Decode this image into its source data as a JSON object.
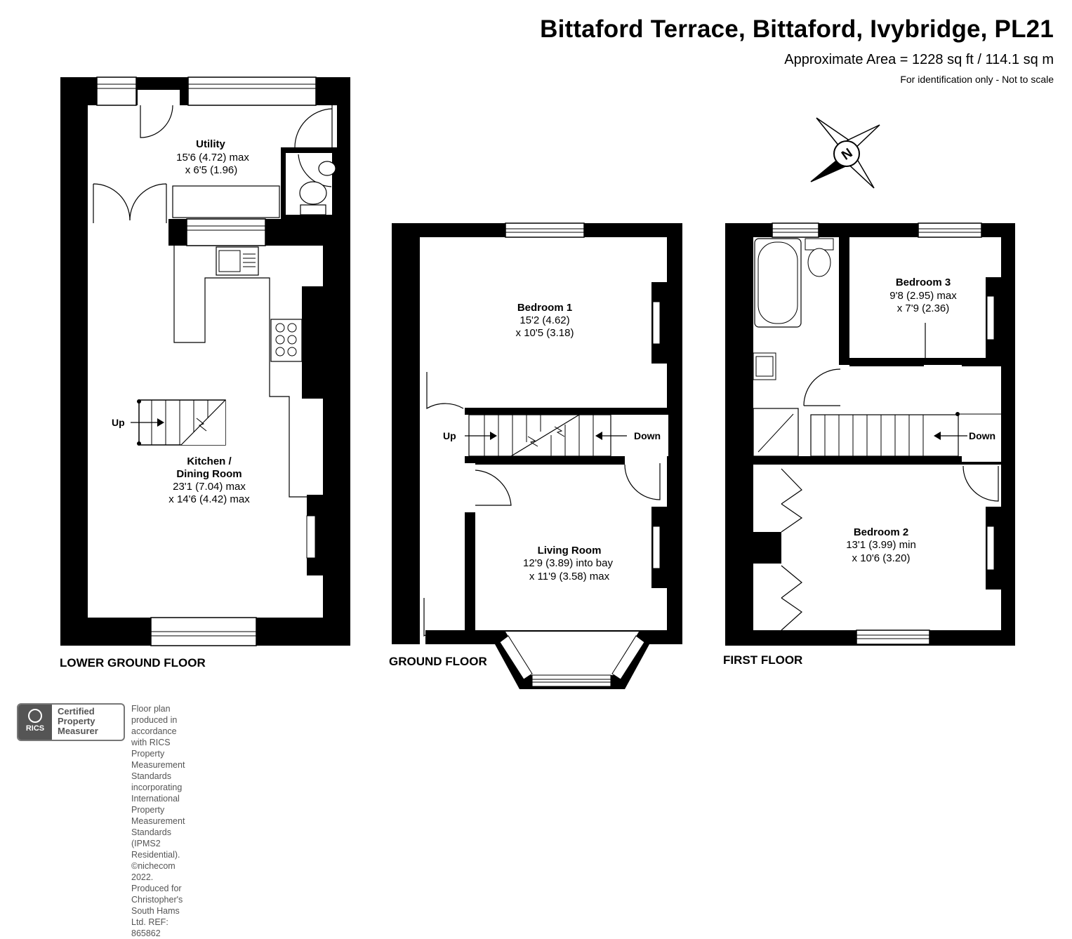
{
  "header": {
    "title": "Bittaford Terrace, Bittaford, Ivybridge, PL21",
    "area": "Approximate Area = 1228 sq ft / 114.1 sq m",
    "identification": "For identification only - Not to scale"
  },
  "compass": {
    "label": "N"
  },
  "floors": {
    "lower_ground": {
      "label": "LOWER GROUND FLOOR",
      "up_label": "Up",
      "utility": {
        "name": "Utility",
        "dim1": "15'6 (4.72) max",
        "dim2": "x 6'5 (1.96)"
      },
      "kitchen": {
        "name1": "Kitchen /",
        "name2": "Dining Room",
        "dim1": "23'1 (7.04) max",
        "dim2": "x 14'6 (4.42) max"
      }
    },
    "ground": {
      "label": "GROUND FLOOR",
      "up_label": "Up",
      "down_label": "Down",
      "bedroom1": {
        "name": "Bedroom 1",
        "dim1": "15'2 (4.62)",
        "dim2": "x 10'5 (3.18)"
      },
      "living": {
        "name": "Living Room",
        "dim1": "12'9 (3.89) into bay",
        "dim2": "x 11'9 (3.58) max"
      }
    },
    "first": {
      "label": "FIRST FLOOR",
      "down_label": "Down",
      "bedroom3": {
        "name": "Bedroom 3",
        "dim1": "9'8 (2.95) max",
        "dim2": "x 7'9 (2.36)"
      },
      "bedroom2": {
        "name": "Bedroom 2",
        "dim1": "13'1 (3.99) min",
        "dim2": "x 10'6 (3.20)"
      }
    }
  },
  "footer": {
    "rics_logo": "RICS",
    "certified": [
      "Certified",
      "Property",
      "Measurer"
    ],
    "notes": [
      "Floor plan produced in accordance with RICS Property Measurement Standards incorporating",
      "International Property Measurement Standards (IPMS2 Residential).   ©nichecom 2022.",
      "Produced for Christopher's South Hams Ltd.   REF:  865862"
    ]
  }
}
